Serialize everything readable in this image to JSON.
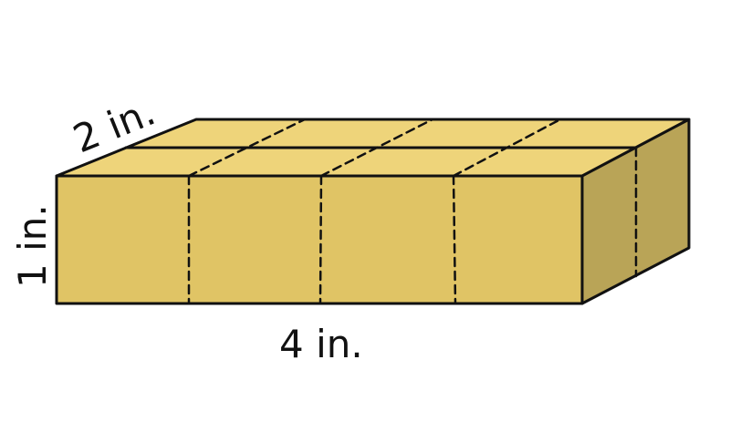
{
  "figure": {
    "labels": {
      "depth": "2 in.",
      "height": "1 in.",
      "length": "4 in."
    },
    "colors": {
      "front": "#e0c465",
      "top": "#eed47a",
      "side": "#b9a457",
      "outline": "#111111"
    },
    "cubes": {
      "length": 4,
      "depth": 2,
      "height": 1
    }
  }
}
